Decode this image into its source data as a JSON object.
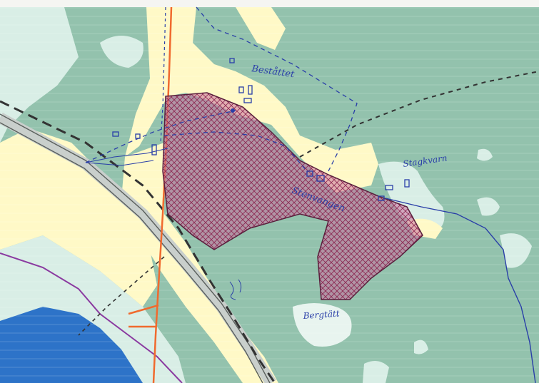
{
  "map": {
    "labels": {
      "top": "Beståttet",
      "right": "Stagkvarn",
      "center": "Stenvangen",
      "bottom": "Bergtätt"
    },
    "colors": {
      "forest": "#93c2ad",
      "light": "#d9eee6",
      "field": "#fff9c7",
      "water": "#2d73c8",
      "zone_fill": "#c86f9d",
      "zone_hatch": "#8b2550",
      "road_orange": "#f06a2e",
      "rail_dark": "#333333",
      "ink": "#2a3fa8",
      "purple_line": "#8a3aa0"
    },
    "icons": [
      "hatched-zone-icon",
      "house-marker-icon",
      "rail-track-icon",
      "road-line-icon",
      "water-body-icon"
    ]
  }
}
